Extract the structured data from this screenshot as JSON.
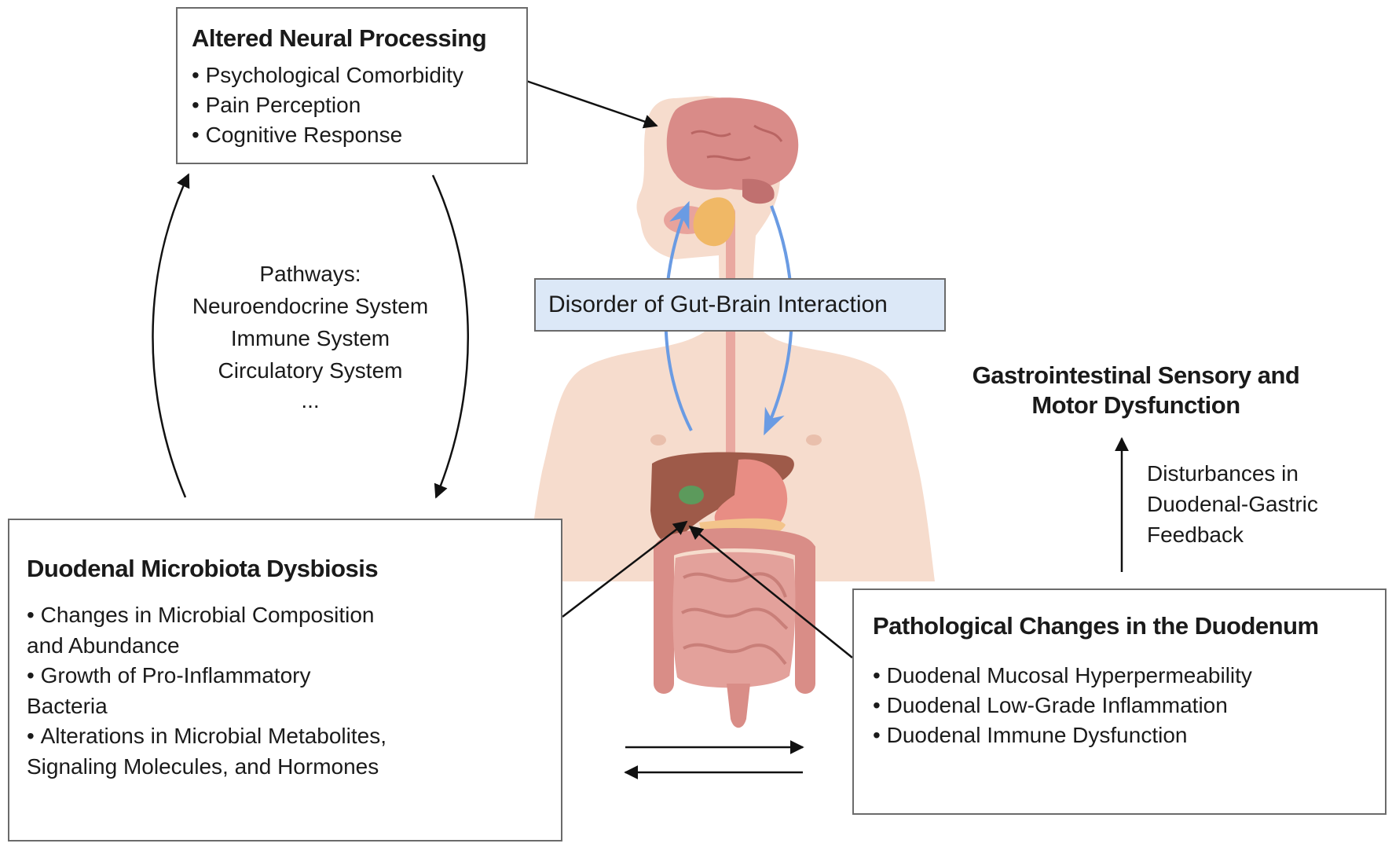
{
  "neural_box": {
    "title": "Altered Neural Processing",
    "items": [
      "Psychological Comorbidity",
      "Pain Perception",
      "Cognitive Response"
    ]
  },
  "pathways": {
    "heading": "Pathways:",
    "items": [
      "Neuroendocrine System",
      "Immune System",
      "Circulatory System"
    ],
    "ellipsis": "..."
  },
  "dysbiosis_box": {
    "title": "Duodenal Microbiota Dysbiosis",
    "items": [
      "Changes in Microbial Composition and Abundance",
      "Growth of Pro-Inflammatory Bacteria",
      "Alterations in Microbial Metabolites, Signaling Molecules, and Hormones"
    ]
  },
  "gut_brain_label": "Disorder of Gut-Brain Interaction",
  "gi_dysfunction": {
    "line1": "Gastrointestinal Sensory and",
    "line2": "Motor Dysfunction"
  },
  "feedback_label": {
    "line1": "Disturbances in",
    "line2": "Duodenal-Gastric",
    "line3": "Feedback"
  },
  "duodenum_box": {
    "title": "Pathological Changes in the Duodenum",
    "items": [
      "Duodenal Mucosal Hyperpermeability",
      "Duodenal Low-Grade Inflammation",
      "Duodenal Immune Dysfunction"
    ]
  },
  "colors": {
    "box_border": "#6b6b6b",
    "label_fill": "#dce8f7",
    "blue_arrow": "#6a9be3",
    "skin": "#f6dccd",
    "brain": "#d98b88",
    "liver": "#9e5a49",
    "intestine": "#e3a19b"
  }
}
